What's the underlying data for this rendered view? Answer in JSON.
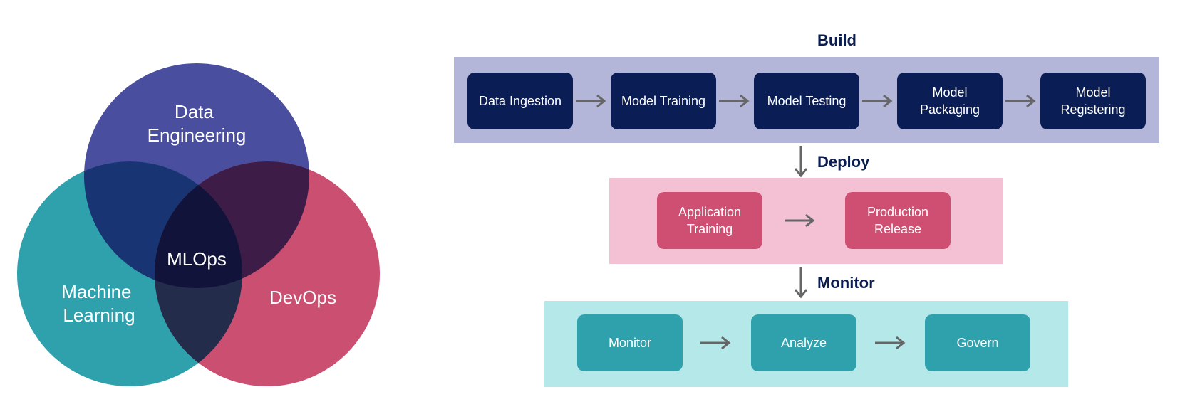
{
  "venn": {
    "circles": [
      {
        "label": "Data\nEngineering",
        "color": "#4a4e9f"
      },
      {
        "label": "Machine\nLearning",
        "color": "#2fa1ad"
      },
      {
        "label": "DevOps",
        "color": "#cb4f71"
      }
    ],
    "center_label": "MLOps"
  },
  "build": {
    "title": "Build",
    "steps": [
      "Data Ingestion",
      "Model Training",
      "Model Testing",
      "Model Packaging",
      "Model Registering"
    ]
  },
  "deploy": {
    "title": "Deploy",
    "steps": [
      "Application Training",
      "Production Release"
    ]
  },
  "monitor": {
    "title": "Monitor",
    "steps": [
      "Monitor",
      "Analyze",
      "Govern"
    ]
  },
  "colors": {
    "navy": "#0b1d55",
    "build_band": "#b3b5d9",
    "deploy_band": "#f4c0d4",
    "deploy_box": "#cf4f73",
    "monitor_band": "#b5e8e8",
    "monitor_box": "#2fa1ad",
    "arrow": "#666666"
  }
}
